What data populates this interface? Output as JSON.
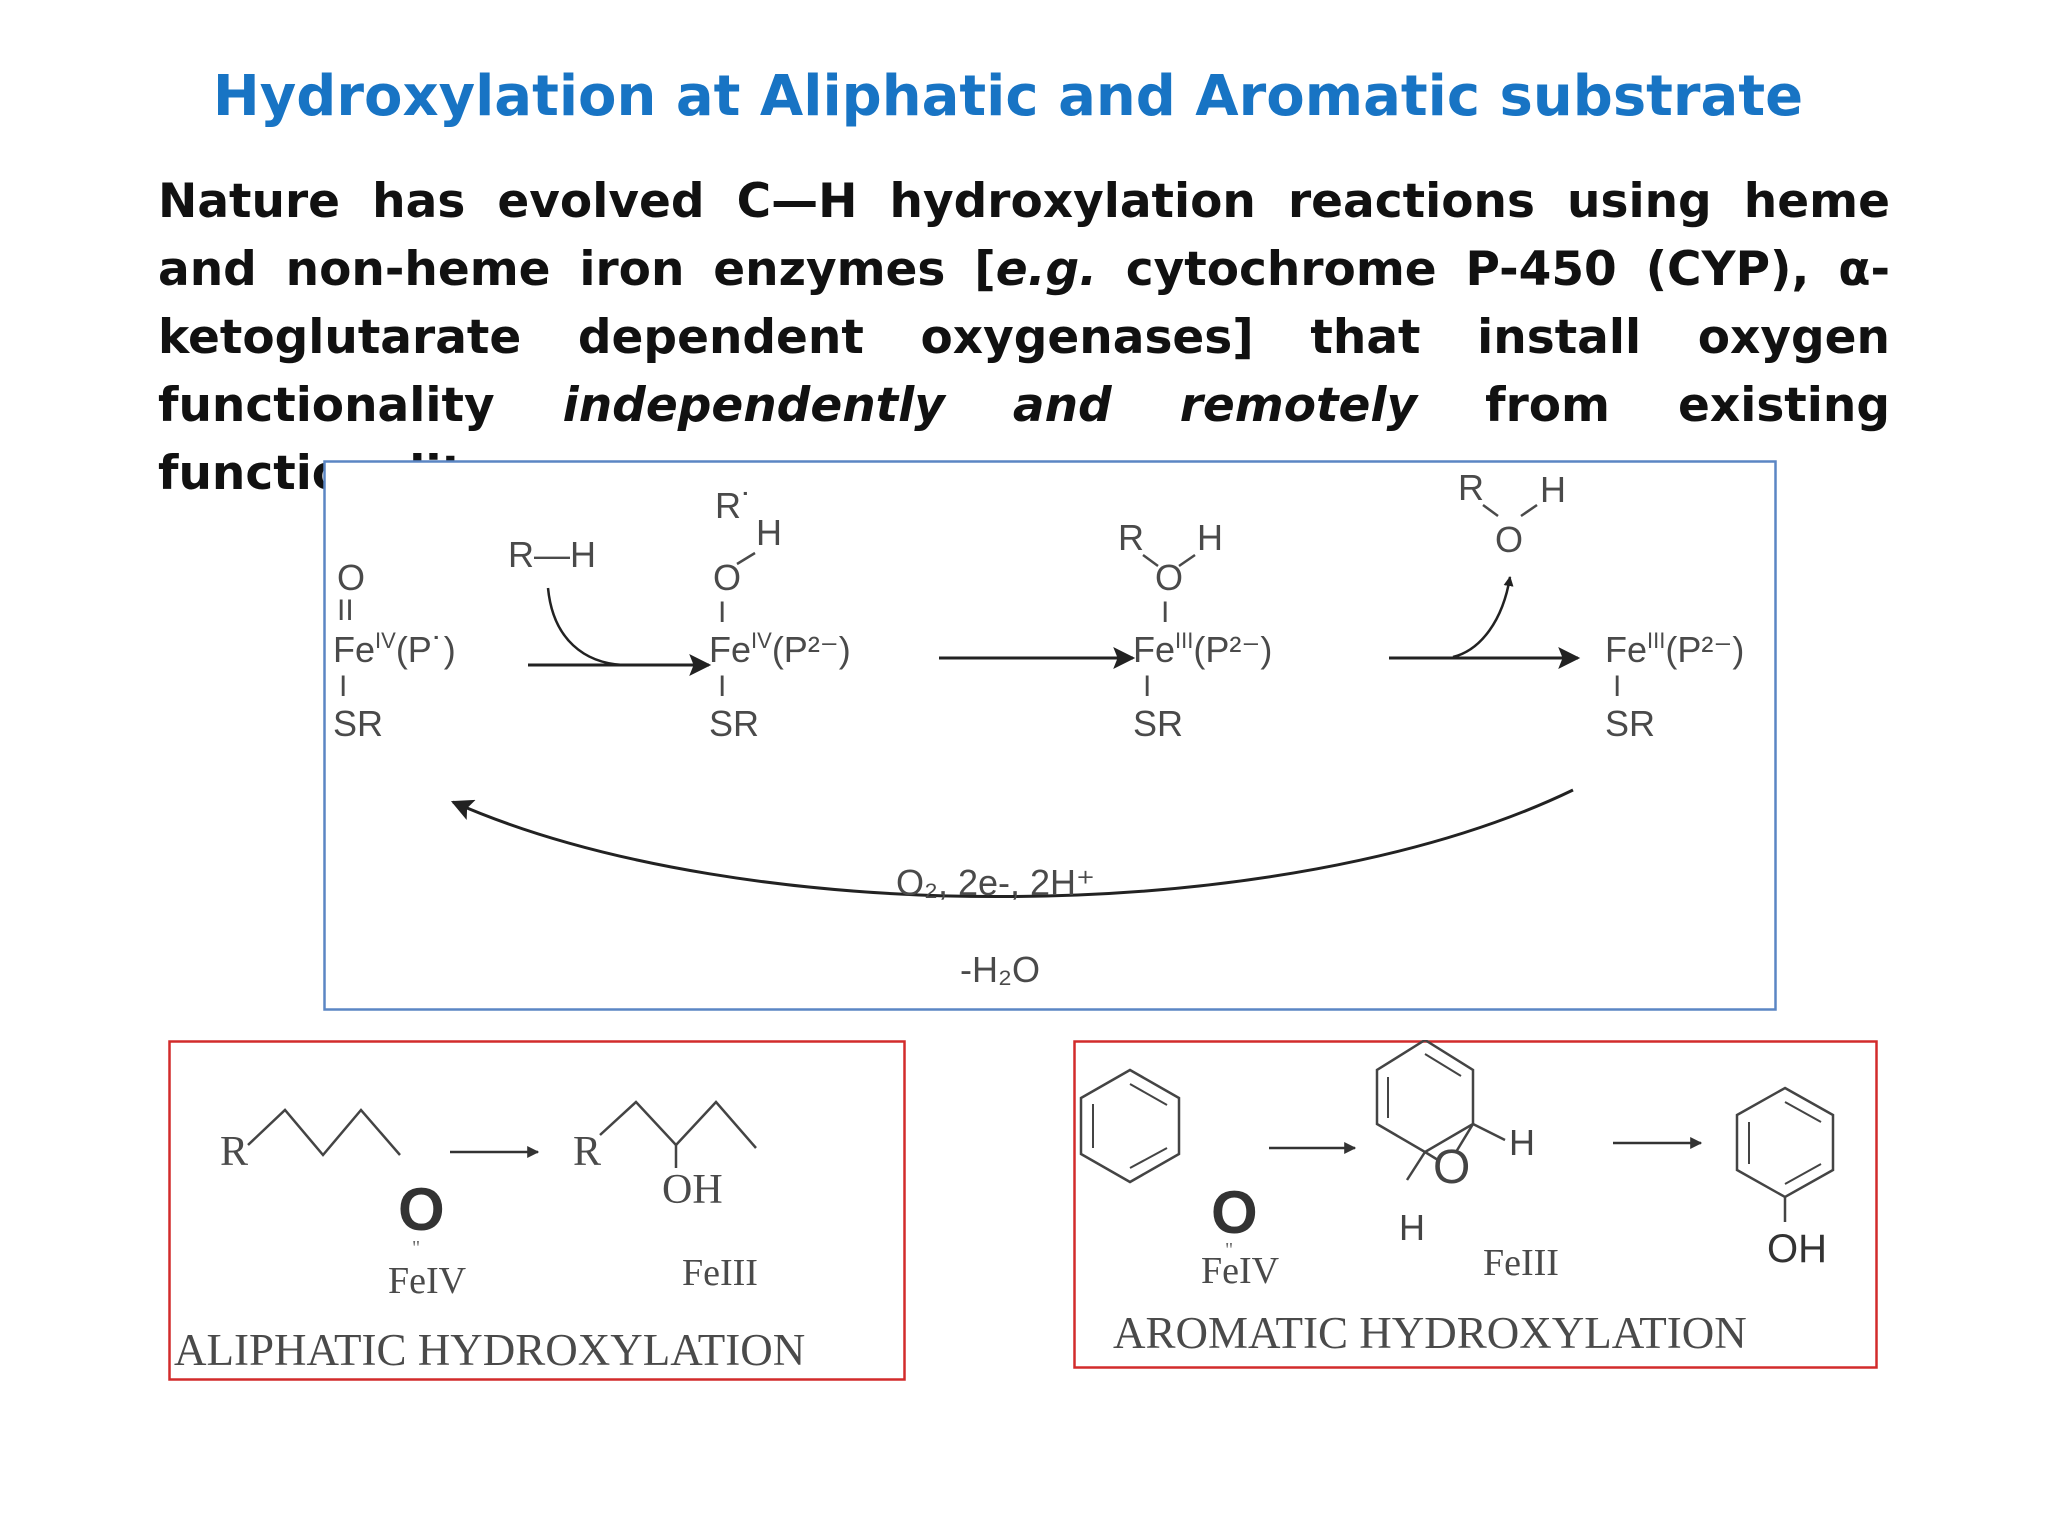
{
  "title": "Hydroxylation at Aliphatic and Aromatic substrate",
  "paragraph": {
    "p1": "Nature has evolved C—H hydroxylation reactions using heme and non-heme iron enzymes [",
    "eg": "e.g.",
    "p2": " cytochrome P-450 (CYP), α-ketoglutarate dependent oxygenases] that install oxygen functionality ",
    "emph": "independently and remotely",
    "p3": " from existing functionality."
  },
  "mechanism": {
    "species1": {
      "top": "O",
      "double_bond": "II",
      "metal": "Fe",
      "ox": "IV",
      "ligand": "(P˙)",
      "bond": "I",
      "bottom": "SR"
    },
    "species2": {
      "radical": "R˙",
      "o": "O",
      "h": "H",
      "metal": "Fe",
      "ox": "IV",
      "ligand": "(P²⁻)",
      "bond": "I",
      "bottom": "SR"
    },
    "species3": {
      "r": "R",
      "o": "O",
      "h": "H",
      "metal": "Fe",
      "ox": "III",
      "ligand": "(P²⁻)",
      "bond": "I",
      "bottom": "SR"
    },
    "species4": {
      "metal": "Fe",
      "ox": "III",
      "ligand": "(P²⁻)",
      "bond": "I",
      "bottom": "SR"
    },
    "substrate": "R—H",
    "product": {
      "r": "R",
      "o": "O",
      "h": "H"
    },
    "return_reagents": "O₂, 2e-, 2H⁺",
    "return_loss": "-H₂O"
  },
  "aliphatic": {
    "r1": "R",
    "r2": "R",
    "oh": "OH",
    "o": "O",
    "eq": "\"",
    "fe_left": "FeIV",
    "fe_right": "FeIII",
    "caption": "ALIPHATIC HYDROXYLATION"
  },
  "aromatic": {
    "h1": "H",
    "h2": "H",
    "o_epox": "O",
    "o": "O",
    "eq": "\"",
    "oh": "OH",
    "fe_left": "FeIV",
    "fe_right": "FeIII",
    "caption": "AROMATIC HYDROXYLATION"
  },
  "colors": {
    "title": "#1874c4",
    "mech_border": "#5b86c4",
    "example_border": "#d22b2b",
    "ink": "#4a4a4a"
  }
}
